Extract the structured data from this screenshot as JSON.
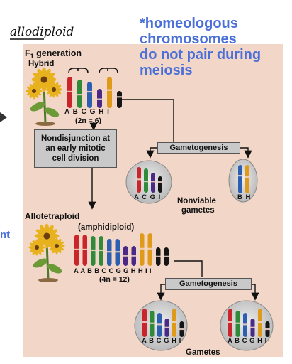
{
  "handwritten_title": "allodiploid",
  "note_lines": [
    "*homeologous",
    "chromosomes",
    "do not pair during",
    "meiosis"
  ],
  "left_edge_fragment": "nt",
  "f1": {
    "generation_prefix": "F",
    "generation_sub": "1",
    "generation_suffix": " generation",
    "hybrid": "Hybrid",
    "labels": "A B C G H I",
    "ploidy": "(2n = 6)"
  },
  "nondisjunction_lines": [
    "Nondisjunction at",
    "an early mitotic",
    "cell division"
  ],
  "gametogenesis_label": "Gametogenesis",
  "nonviable": {
    "cell1_labels": "A C G I",
    "cell2_labels": "B H",
    "caption_lines": [
      "Nonviable",
      "gametes"
    ]
  },
  "allotetraploid": {
    "title": "Allotetraploid",
    "subtitle": "(amphidiploid)",
    "labels": "A A B B C C G G H H I I",
    "ploidy": "(4n = 12)"
  },
  "gametes": {
    "cell_labels": "A B C G H I",
    "caption": "Gametes"
  },
  "colors": {
    "panel_bg": "#f2d7c8",
    "note_text": "#4a6fd8",
    "red": "#c8262b",
    "green": "#2f8a3a",
    "blue": "#2d5fb0",
    "purple": "#4a2a86",
    "orange": "#e09a1a",
    "black": "#151515"
  },
  "icons": [
    "sunflower-plant-icon",
    "arrow-icon"
  ]
}
